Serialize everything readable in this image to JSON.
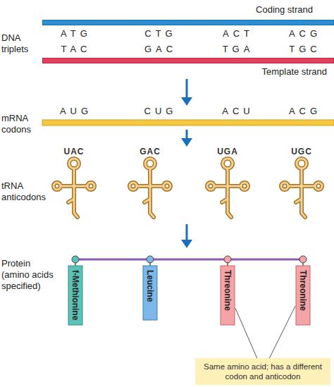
{
  "diagram": {
    "nodes": [
      {
        "text": [
          "Coding strand"
        ]
      },
      {
        "text": [
          "Template strand"
        ]
      },
      {
        "text": [
          "UAC"
        ]
      },
      {
        "text": [
          "GAC"
        ]
      },
      {
        "text": [
          "UGA"
        ]
      },
      {
        "text": [
          "UGC"
        ]
      },
      {
        "text": [
          "f-Methionine"
        ]
      },
      {
        "text": [
          "Leucine"
        ]
      },
      {
        "text": [
          "Threonine"
        ]
      },
      {
        "text": [
          "Threonine"
        ]
      },
      {
        "text": [
          "Same amino acid; has a different codon and anticodon"
        ]
      }
    ],
    "edges": [
      {
        "from": 6,
        "to": 7,
        "arrow": "none"
      },
      {
        "from": 7,
        "to": 8,
        "arrow": "none"
      },
      {
        "from": 8,
        "to": 9,
        "arrow": "none"
      },
      {
        "from": 10,
        "to": 8,
        "arrow": "none"
      },
      {
        "from": 10,
        "to": 9,
        "arrow": "none"
      }
    ],
    "labels": [
      "DNA triplets",
      "ATG",
      "CTG",
      "ACT",
      "ACG",
      "TAC",
      "GAC",
      "TGA",
      "TGC",
      "mRNA codons",
      "AUG",
      "CUG",
      "ACU",
      "ACG",
      "tRNA anticodons",
      "Protein (amino acids specified)"
    ]
  }
}
